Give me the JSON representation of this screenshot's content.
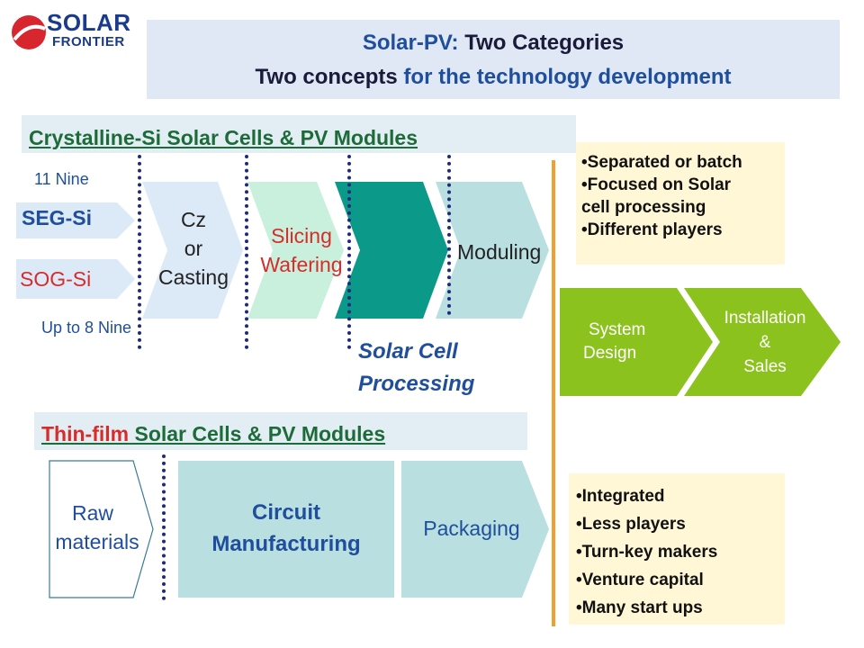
{
  "logo": {
    "line1": "SOLAR",
    "line2": "FRONTIER"
  },
  "title": {
    "line1_a": "Solar-PV:",
    "line1_b": " Two Categories",
    "line2_a": "Two concepts",
    "line2_b": " for the technology development"
  },
  "crystalline": {
    "header": "Crystalline-Si Solar Cells & PV Modules",
    "top_label": "11 Nine",
    "bottom_label": "Up to 8 Nine",
    "seg": "SEG-Si",
    "sog": "SOG-Si",
    "cz_line1": "Cz",
    "cz_line2": "or",
    "cz_line3": "Casting",
    "slicing_line1": "Slicing",
    "slicing_line2": "Wafering",
    "moduling": "Moduling",
    "cell_proc_line1": "Solar Cell",
    "cell_proc_line2": "Processing"
  },
  "notes_top": [
    "•Separated or batch",
    "•Focused on Solar",
    "cell processing",
    "•Different players"
  ],
  "system": {
    "design_line1": "System",
    "design_line2": "Design",
    "install_line1": "Installation",
    "install_line2": "&",
    "install_line3": "Sales"
  },
  "thinfilm": {
    "header_a": "Thin-film",
    "header_b": " Solar Cells & PV Modules",
    "raw_line1": "Raw",
    "raw_line2": "materials",
    "circuit_line1": "Circuit",
    "circuit_line2": "Manufacturing",
    "packaging": "Packaging"
  },
  "notes_bottom": [
    "•Integrated",
    "•Less players",
    "•Turn-key makers",
    "•Venture capital",
    "•Many start ups"
  ],
  "colors": {
    "title_blue": "#1f4e9c",
    "header_green": "#1e6b3a",
    "teal_dark": "#0b9a8a",
    "chevron_light": "#b9dfe0",
    "green": "#8cc21e",
    "orange_line": "#f0a030",
    "note_bg": "#fff7d6"
  }
}
